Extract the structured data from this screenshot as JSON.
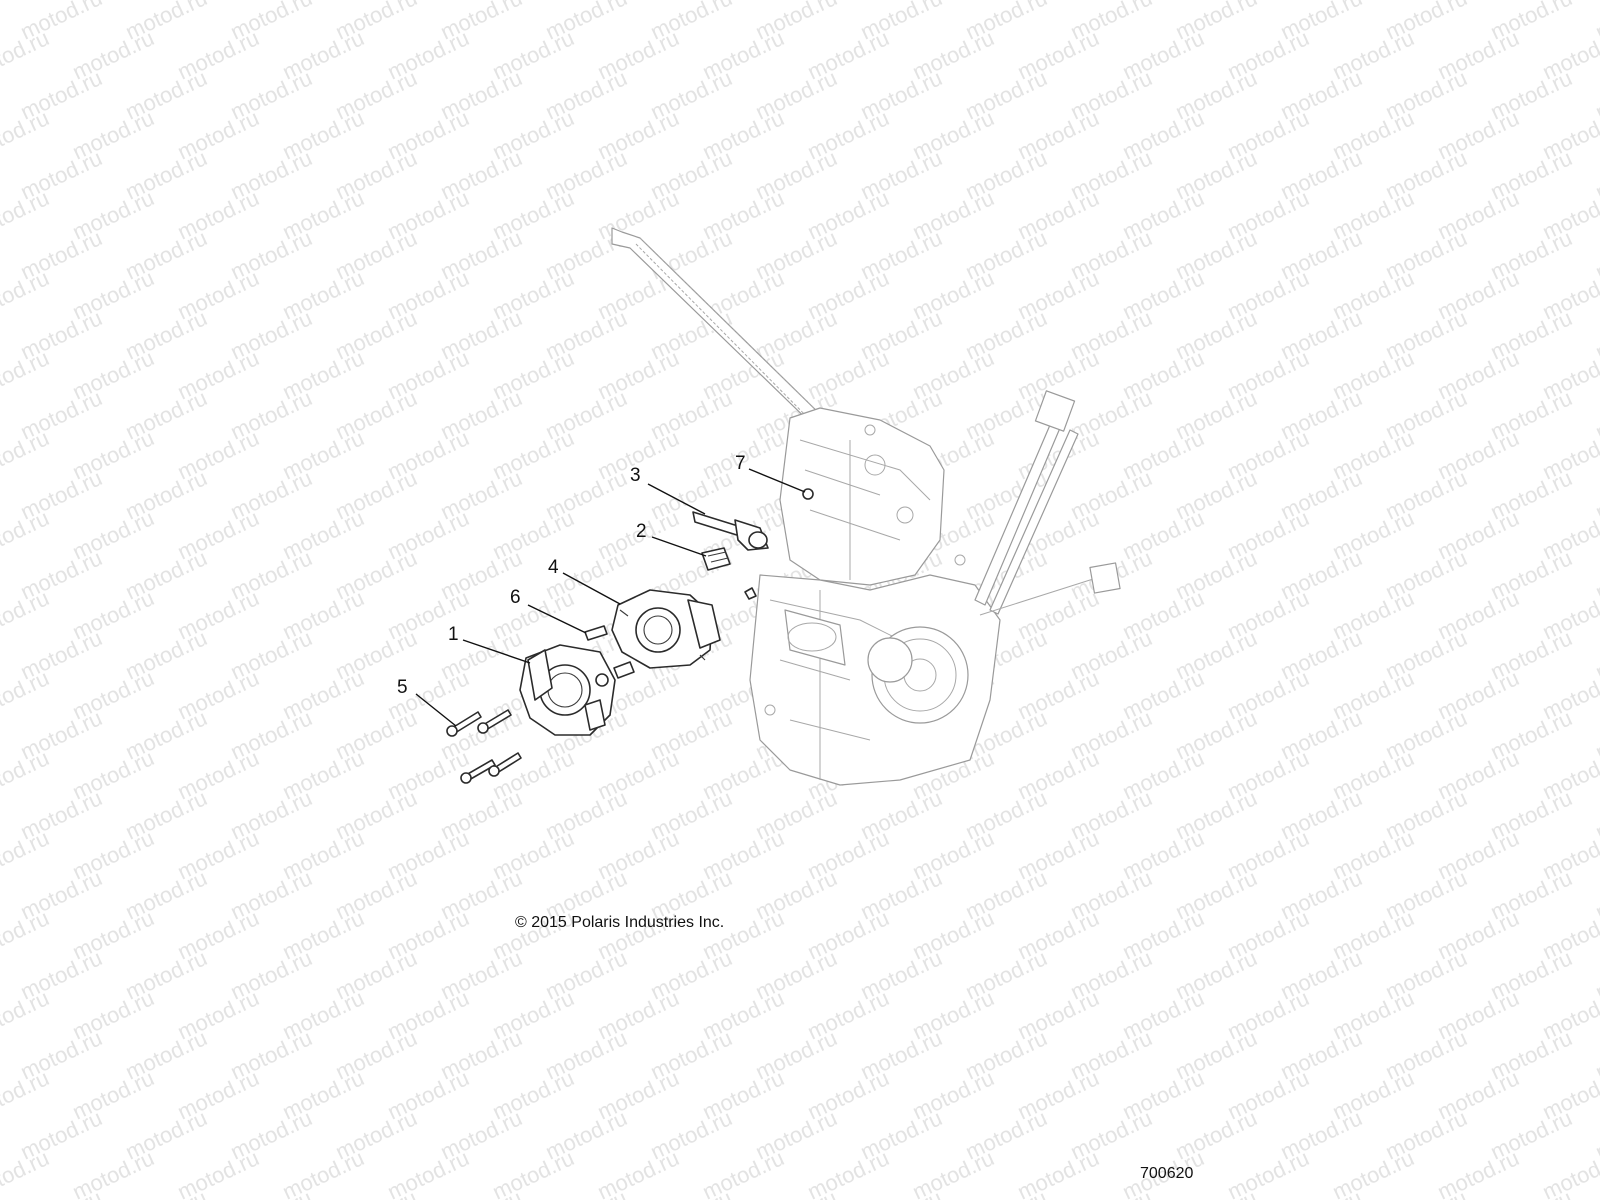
{
  "watermark": {
    "text": "motod.ru"
  },
  "copyright": "© 2015 Polaris Industries Inc.",
  "drawing_number": "700620",
  "callouts": [
    {
      "id": "1",
      "label": "1"
    },
    {
      "id": "2",
      "label": "2"
    },
    {
      "id": "3",
      "label": "3"
    },
    {
      "id": "4",
      "label": "4"
    },
    {
      "id": "5",
      "label": "5"
    },
    {
      "id": "6",
      "label": "6"
    },
    {
      "id": "7",
      "label": "7"
    }
  ],
  "colors": {
    "background": "#ffffff",
    "linework": "#2b2b2b",
    "engine_linework": "#9a9a9a",
    "watermark": "#e3e3e3"
  },
  "icons": {
    "watermark": "motod-watermark-pattern",
    "main_assembly": "engine-block-outline",
    "part_1": "throttle-body",
    "part_2": "fuel-injector",
    "part_3": "fuel-rail",
    "part_4": "intake-adapter",
    "part_5": "bolt",
    "part_6": "screw",
    "part_7": "vacuum-port"
  }
}
